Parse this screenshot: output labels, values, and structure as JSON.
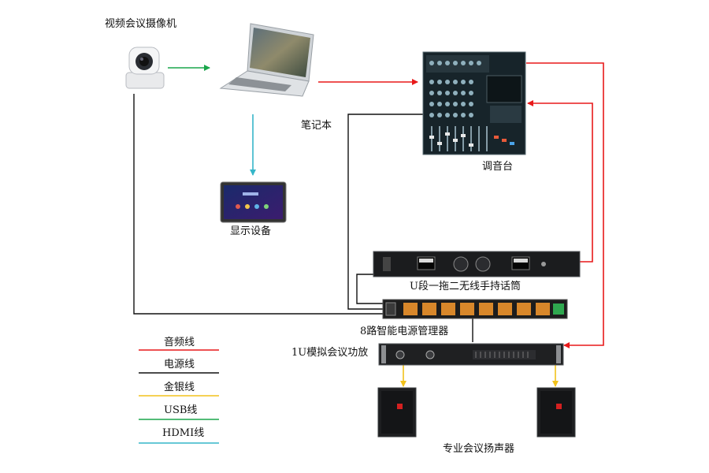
{
  "devices": {
    "camera": "视频会议摄像机",
    "laptop": "笔记本",
    "mixer": "调音台",
    "display": "显示设备",
    "wireless_mic": "U段一拖二无线手持话筒",
    "power_manager": "8路智能电源管理器",
    "amplifier": "1U模拟会议功放",
    "speakers": "专业会议扬声器"
  },
  "legend": [
    {
      "label": "音频线",
      "color": "#e8191a"
    },
    {
      "label": "电源线",
      "color": "#111111"
    },
    {
      "label": "金银线",
      "color": "#f2c21b"
    },
    {
      "label": "USB线",
      "color": "#1aa64b"
    },
    {
      "label": "HDMI线",
      "color": "#35b6c9"
    }
  ],
  "colors": {
    "audio": "#e8191a",
    "power": "#111111",
    "speaker_wire": "#f2c21b",
    "usb": "#1aa64b",
    "hdmi": "#35b6c9"
  }
}
